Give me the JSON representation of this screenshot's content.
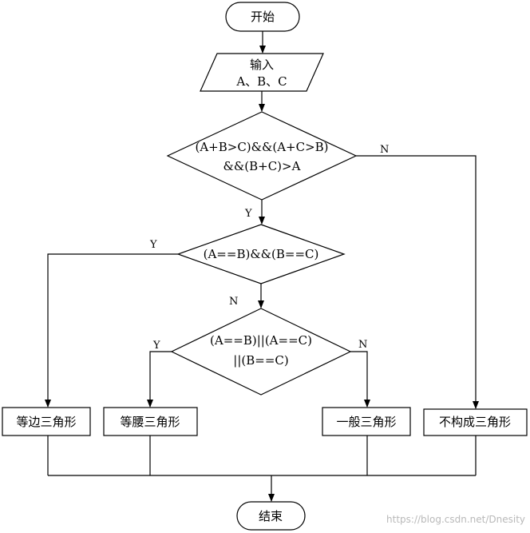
{
  "nodes": {
    "start": "开始",
    "input_line1": "输入",
    "input_line2": "A、B、C",
    "cond1_line1": "(A+B>C)&&(A+C>B)",
    "cond1_line2": "&&(B+C)>A",
    "cond2": "(A==B)&&(B==C)",
    "cond3_line1": "(A==B)||(A==C)",
    "cond3_line2": "||(B==C)",
    "equilateral": "等边三角形",
    "isosceles": "等腰三角形",
    "general": "一般三角形",
    "not_triangle": "不构成三角形",
    "end": "结束"
  },
  "edge_labels": {
    "cond1_no": "N",
    "cond1_yes": "Y",
    "cond2_yes": "Y",
    "cond2_no": "N",
    "cond3_yes": "Y",
    "cond3_no": "N"
  },
  "watermark": "https://blog.csdn.net/Dnesity"
}
